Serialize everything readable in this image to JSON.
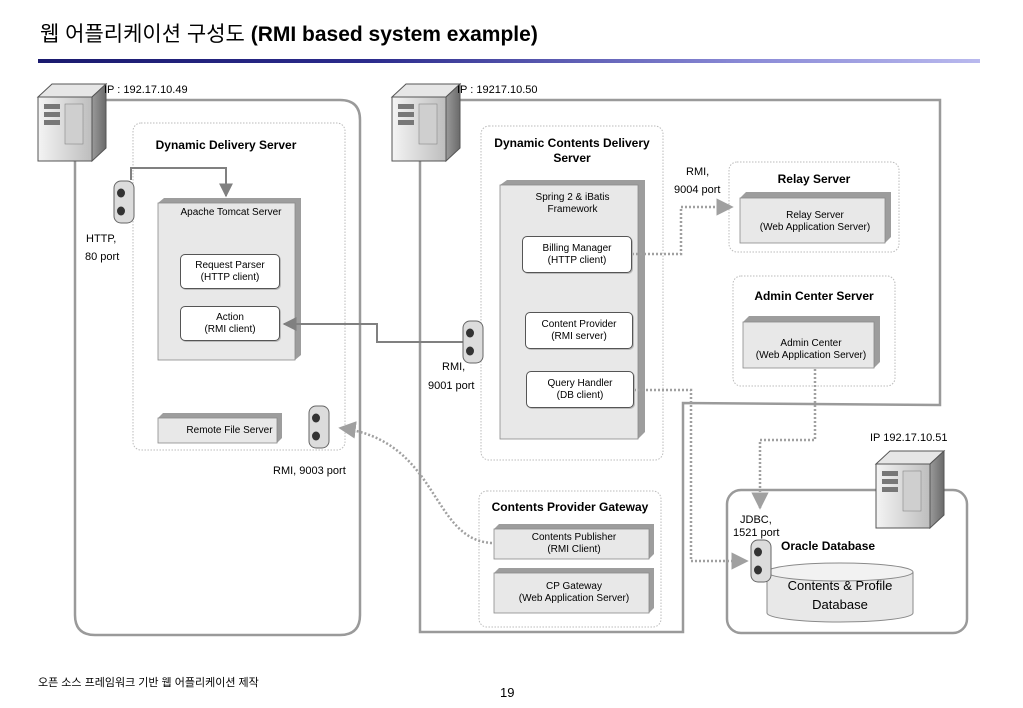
{
  "title": {
    "korean": "웹 어플리케이션 구성도 ",
    "english": "(RMI based system example)"
  },
  "servers": {
    "left": {
      "ip": "IP : 192.17.10.49"
    },
    "middle": {
      "ip": "IP : 19217.10.50"
    },
    "db": {
      "ip": "IP 192.17.10.51"
    }
  },
  "dynamic_delivery": {
    "header": "Dynamic Delivery Server",
    "tomcat": "Apache Tomcat Server",
    "request_parser": [
      "Request Parser",
      "(HTTP client)"
    ],
    "action": [
      "Action",
      "(RMI client)"
    ],
    "remote_file_server": "Remote File Server",
    "http_port": [
      "HTTP,",
      "80 port"
    ],
    "rmi_9003": "RMI, 9003 port"
  },
  "dynamic_contents": {
    "header": [
      "Dynamic Contents Delivery",
      "Server"
    ],
    "framework": [
      "Spring 2 & iBatis",
      "Framework"
    ],
    "billing": [
      "Billing Manager",
      "(HTTP client)"
    ],
    "content_provider": [
      "Content Provider",
      "(RMI server)"
    ],
    "query_handler": [
      "Query Handler",
      "(DB client)"
    ],
    "rmi_9001": [
      "RMI,",
      "9001 port"
    ]
  },
  "relay": {
    "port": [
      "RMI,",
      "9004 port"
    ],
    "header": "Relay Server",
    "inner": [
      "Relay Server",
      "(Web Application Server)"
    ]
  },
  "admin": {
    "header": "Admin Center Server",
    "inner": [
      "Admin Center",
      "(Web Application Server)"
    ]
  },
  "cp_gateway": {
    "header": "Contents Provider Gateway",
    "publisher": [
      "Contents Publisher",
      "(RMI Client)"
    ],
    "gateway": [
      "CP Gateway",
      "(Web Application Server)"
    ]
  },
  "oracle": {
    "port": [
      "JDBC,",
      "1521 port"
    ],
    "header": "Oracle Database",
    "cylinder": [
      "Contents & Profile",
      "Database"
    ]
  },
  "footer": "오픈 소스 프레임워크 기반 웹 어플리케이션 제작",
  "page_number": "19",
  "colors": {
    "title_bar": "#2b2b8c",
    "line": "#808080",
    "box_fill": "#e8e8e8"
  }
}
